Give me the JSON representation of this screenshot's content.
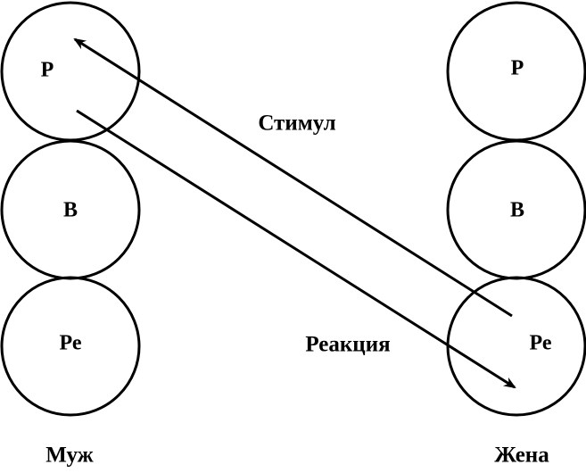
{
  "diagram": {
    "left_column": {
      "label": "Муж",
      "states": [
        "Р",
        "В",
        "Ре"
      ]
    },
    "right_column": {
      "label": "Жена",
      "states": [
        "Р",
        "В",
        "Ре"
      ]
    },
    "arrows": {
      "stimulus_label": "Стимул",
      "response_label": "Реакция"
    },
    "colors": {
      "stroke": "#000000",
      "background": "#ffffff"
    }
  }
}
